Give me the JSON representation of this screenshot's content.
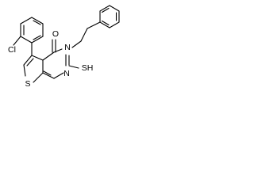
{
  "molecule": {
    "atom_labels": {
      "oxygen": "O",
      "nitrogen_top": "N",
      "nitrogen_bottom": "N",
      "sulfur_ring": "S",
      "thiol": "SH",
      "chloro": "Cl"
    }
  }
}
